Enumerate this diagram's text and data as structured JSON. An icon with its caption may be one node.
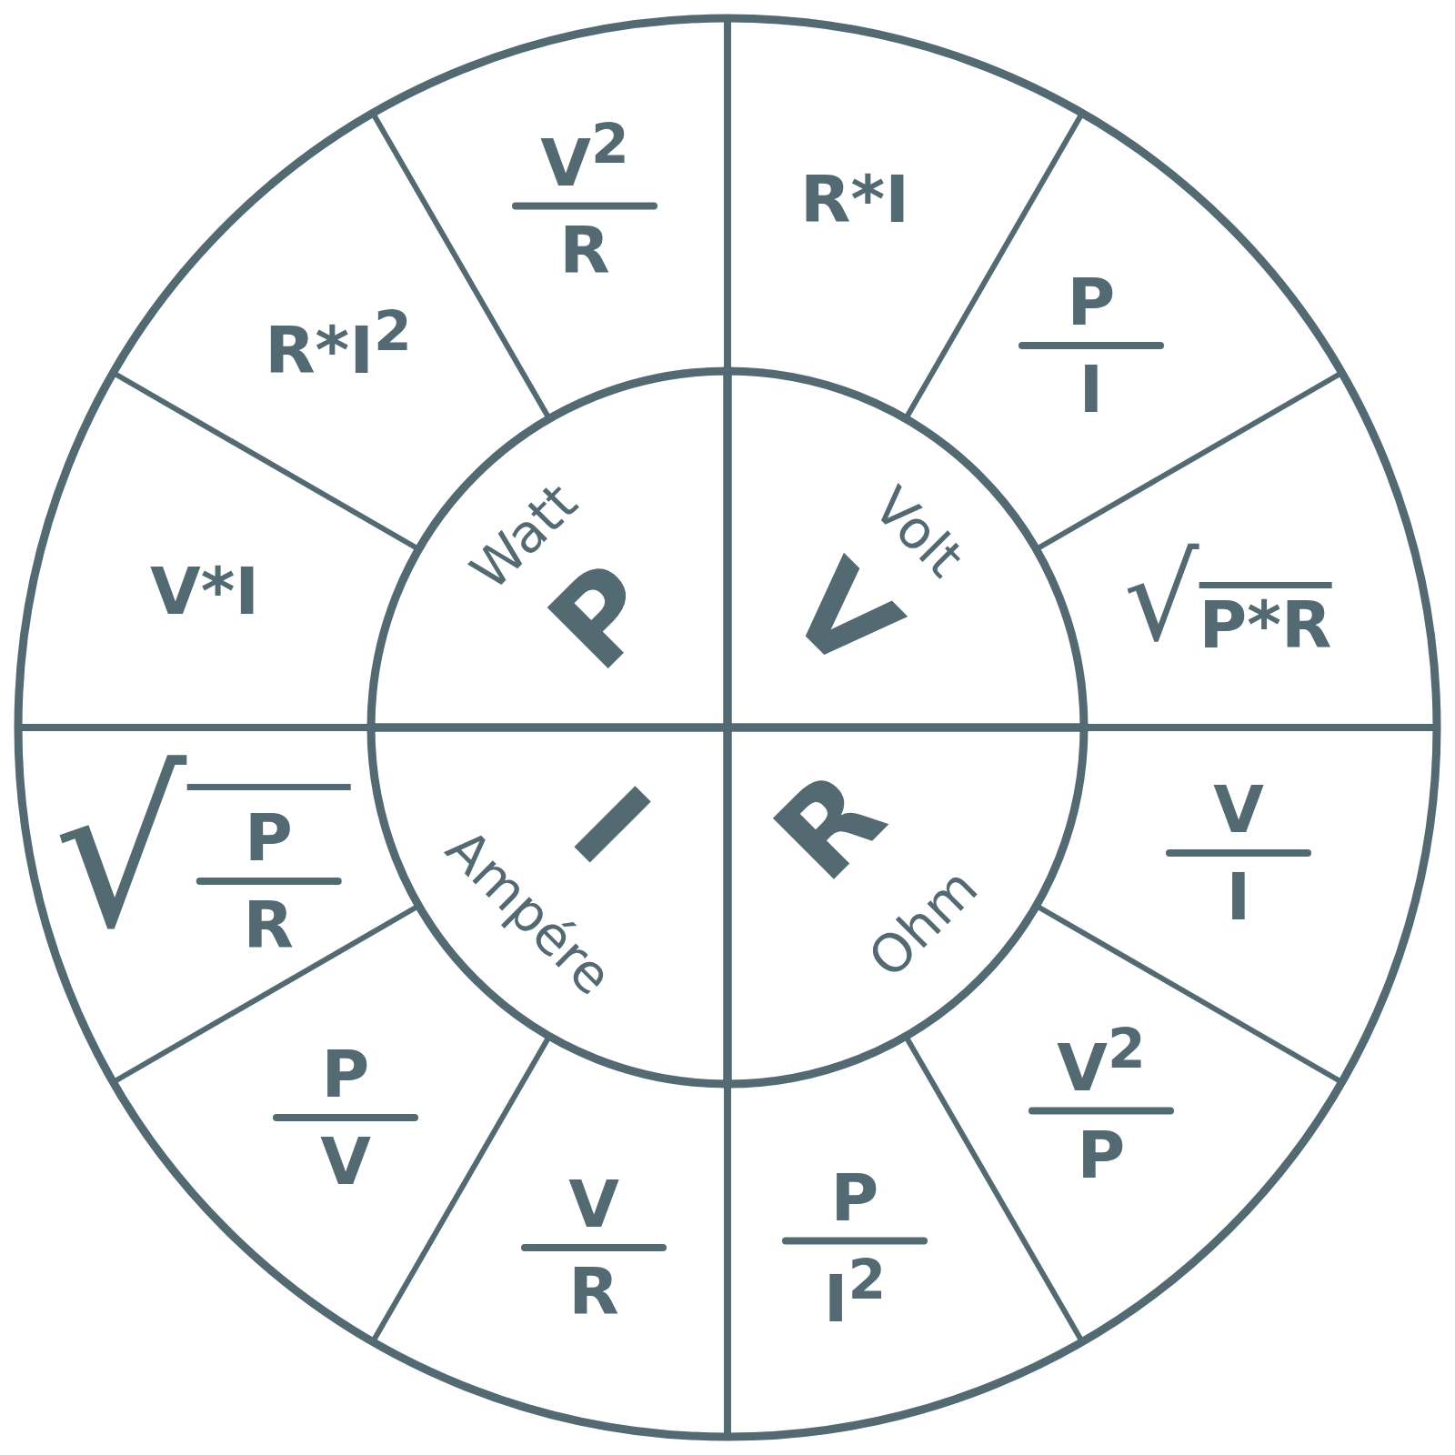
{
  "diagram": {
    "nodes": [
      {
        "text": [
          "P",
          "Watt"
        ]
      },
      {
        "text": [
          "V",
          "Volt"
        ]
      },
      {
        "text": [
          "R",
          "Ohm"
        ]
      },
      {
        "text": [
          "I",
          "Ampére"
        ]
      },
      {
        "text": [
          "R*I"
        ]
      },
      {
        "text": [
          "P",
          "I"
        ]
      },
      {
        "text": [
          "√",
          "P*R"
        ]
      },
      {
        "text": [
          "V",
          "I"
        ]
      },
      {
        "text": [
          "V$^{2}$",
          "P"
        ]
      },
      {
        "text": [
          "P",
          "I$^{2}$"
        ]
      },
      {
        "text": [
          "V",
          "R"
        ]
      },
      {
        "text": [
          "P",
          "V"
        ]
      },
      {
        "text": [
          "√",
          "P",
          "R"
        ]
      },
      {
        "text": [
          "V*I"
        ]
      },
      {
        "text": [
          "R*I$^{2}$"
        ]
      },
      {
        "text": [
          "V$^{2}$",
          "R"
        ]
      }
    ]
  }
}
